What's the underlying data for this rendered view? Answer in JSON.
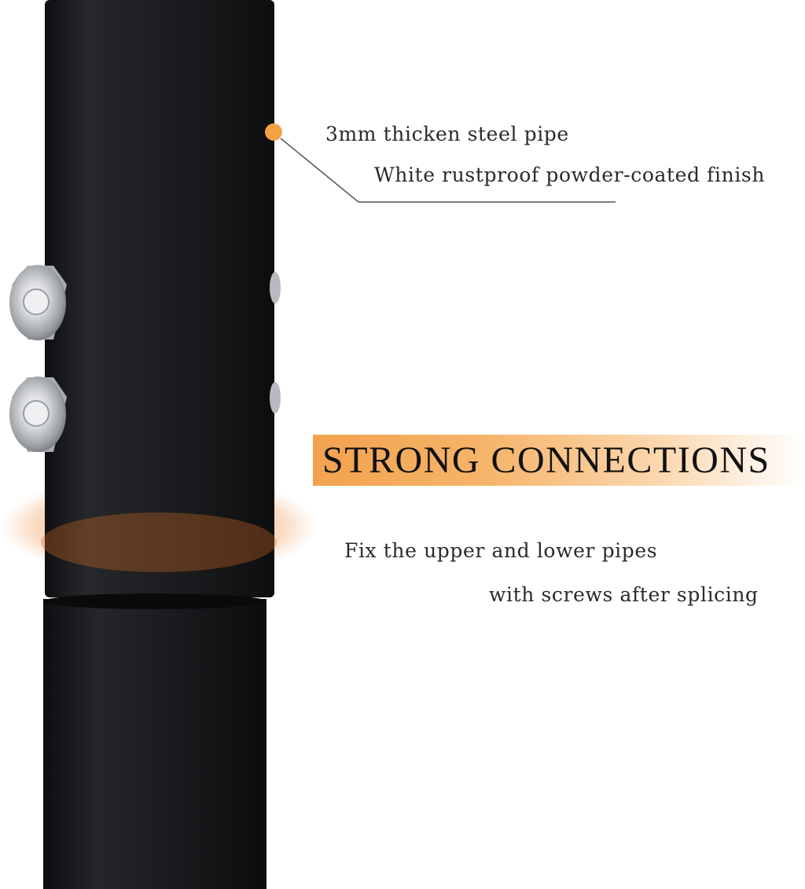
{
  "callout": {
    "line1": "3mm thicken steel pipe",
    "line2": "White rustproof powder-coated finish"
  },
  "banner": {
    "title": "STRONG CONNECTIONS"
  },
  "description": {
    "line1": "Fix the upper and lower pipes",
    "line2": "with screws after splicing"
  },
  "colors": {
    "accent_orange": "#f2a24e",
    "pipe_black": "#1b1c1f",
    "bolt_silver": "#c9cbce"
  },
  "icons": {
    "callout_marker": "orange-dot-icon"
  }
}
